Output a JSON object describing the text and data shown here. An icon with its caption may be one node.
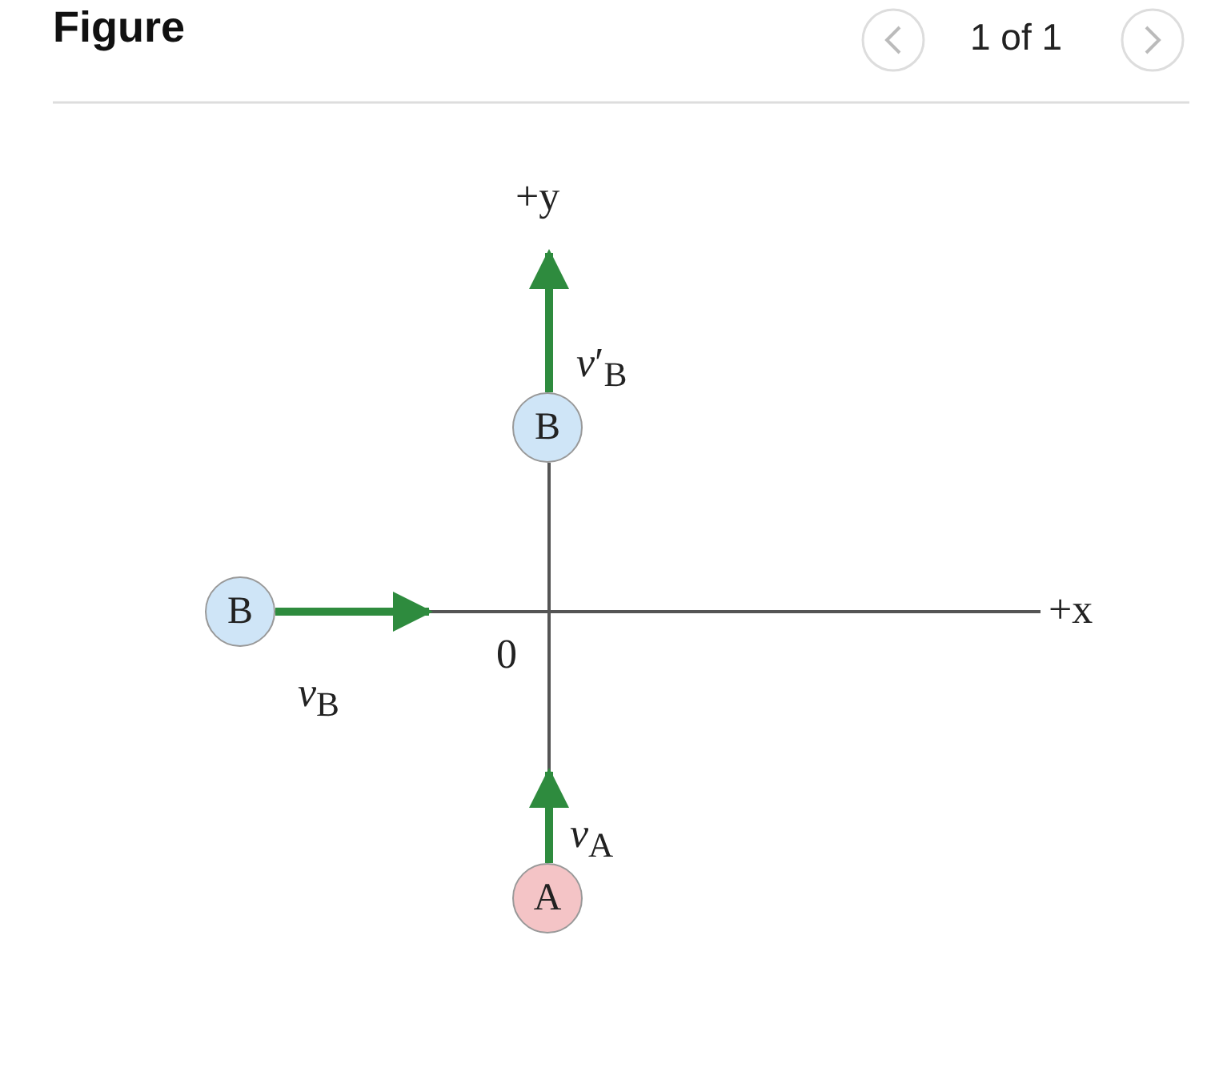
{
  "diagram": {
    "title": "Figure",
    "nodes": [
      {
        "text": [
          "B"
        ]
      },
      {
        "text": [
          "B"
        ]
      },
      {
        "text": [
          "A"
        ]
      }
    ],
    "labels": [
      "1 of 1",
      "+y",
      "*v*′$_{B}$",
      "+x",
      "*v*$_{B}$",
      "0",
      "*v*$_{A}$"
    ]
  }
}
